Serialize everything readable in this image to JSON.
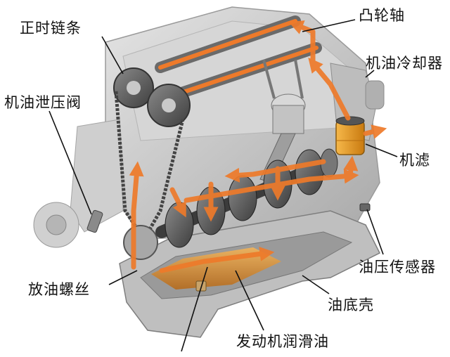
{
  "labels": {
    "timing_chain": "正时链条",
    "camshaft": "凸轮轴",
    "oil_cooler": "机油冷却器",
    "oil_relief_valve": "机油泄压阀",
    "oil_filter": "机滤",
    "oil_pressure_sensor": "油压传感器",
    "drain_plug": "放油螺丝",
    "oil_pan": "油底壳",
    "engine_oil": "发动机润滑油"
  },
  "colors": {
    "oil_flow_arrow": "#ee7a2a",
    "engine_body": "#c9c9c9",
    "oil_pool": "#d98a2a",
    "filter_body": "#e59a22",
    "leader_line": "#111111"
  },
  "icons": {
    "arrow": "oil-flow-arrow"
  }
}
